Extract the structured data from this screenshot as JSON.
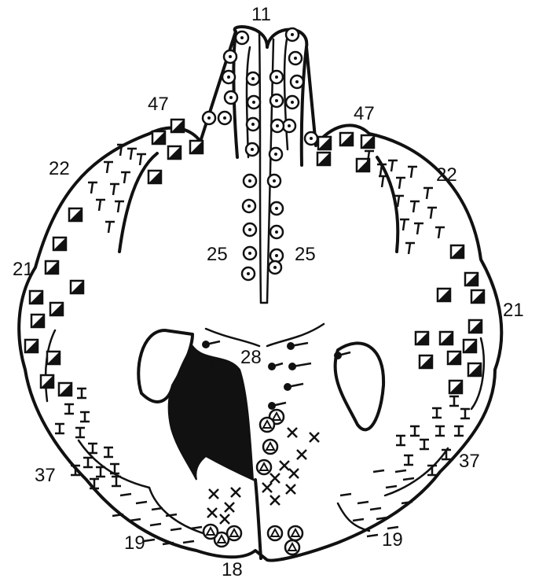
{
  "labels": {
    "area_11": "11",
    "area_47_left": "47",
    "area_47_right": "47",
    "area_22_left": "22",
    "area_22_right": "22",
    "area_25_left": "25",
    "area_25_right": "25",
    "area_21_left": "21",
    "area_21_right": "21",
    "area_28": "28",
    "area_37_left": "37",
    "area_37_right": "37",
    "area_19_left": "19",
    "area_19_right": "19",
    "area_18": "18"
  },
  "symbols": {
    "area_11_25": "circle-dot",
    "area_47": "diagonal-square",
    "area_22": "T",
    "area_21": "diagonal-square",
    "area_37": "bowtie",
    "area_19": "dash",
    "area_18": "triangle-in-circle",
    "area_28": "line-dot",
    "area_lesion": "solid-black"
  },
  "colors": {
    "ink": "#111111",
    "paper": "#ffffff"
  }
}
